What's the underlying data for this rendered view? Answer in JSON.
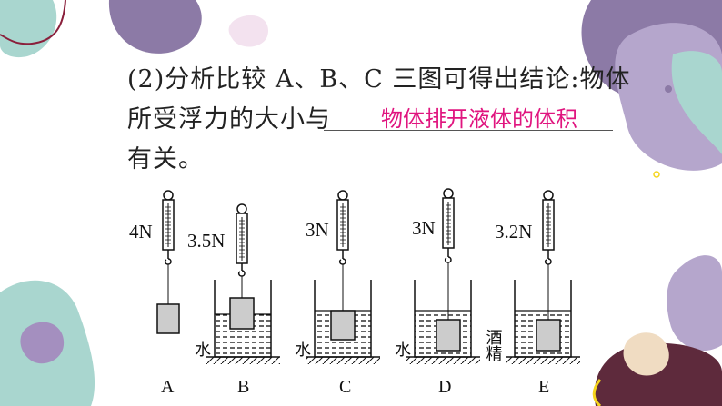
{
  "question": {
    "line1": "(2)分析比较 A、B、C 三图可得出结论:物体",
    "line2": "所受浮力的大小与",
    "line3": "有关。",
    "answer": "物体排开液体的体积"
  },
  "experiments": [
    {
      "label": "A",
      "force": "4N",
      "liquid": ""
    },
    {
      "label": "B",
      "force": "3.5N",
      "liquid": "水"
    },
    {
      "label": "C",
      "force": "3N",
      "liquid": "水"
    },
    {
      "label": "D",
      "force": "3N",
      "liquid": "水"
    },
    {
      "label": "E",
      "force": "3.2N",
      "liquid": "酒精"
    }
  ],
  "colors": {
    "answer": "#e0157f",
    "blob_purple": "#8c7aa6",
    "blob_teal": "#a9d6cf",
    "blob_maroon": "#5e2a3c",
    "blob_light_purple": "#c4b6d9",
    "accent_yellow": "#f5d51c"
  }
}
